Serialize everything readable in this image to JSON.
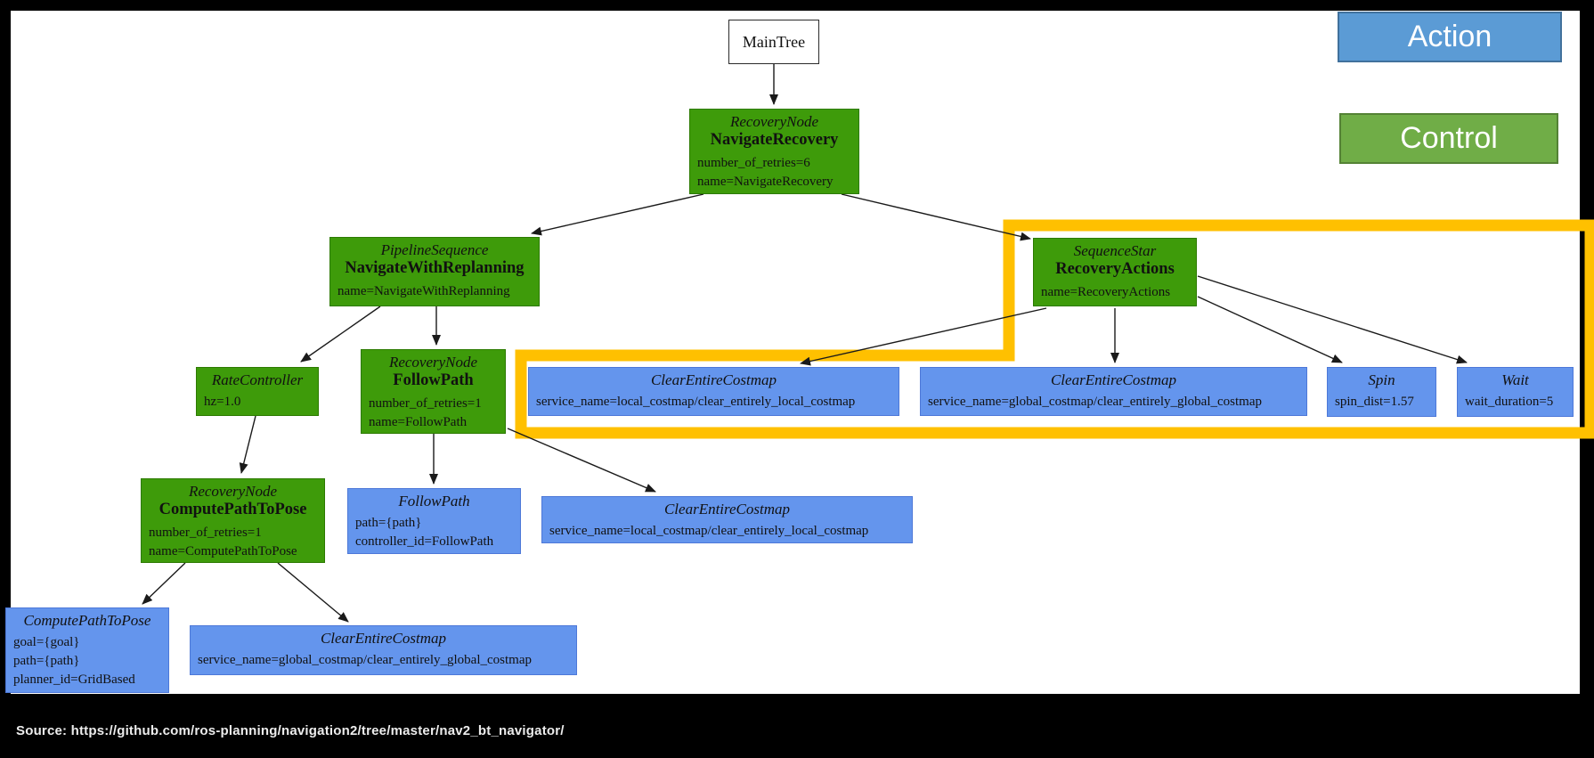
{
  "legend": {
    "action_label": "Action",
    "control_label": "Control"
  },
  "footer": {
    "source": "Source: https://github.com/ros-planning/navigation2/tree/master/nav2_bt_navigator/"
  },
  "colors": {
    "control_node_fill": "#3E9B0A",
    "action_node_fill": "#6495ED",
    "legend_action_fill": "#5B9BD5",
    "legend_control_fill": "#70AD47",
    "highlight_outline": "#FFC000"
  },
  "nodes": {
    "main_tree": {
      "title": "MainTree"
    },
    "navigate_recovery": {
      "type": "RecoveryNode",
      "name": "NavigateRecovery",
      "params": [
        "number_of_retries=6",
        "name=NavigateRecovery"
      ]
    },
    "navigate_with_replanning": {
      "type": "PipelineSequence",
      "name": "NavigateWithReplanning",
      "params": [
        "name=NavigateWithReplanning"
      ]
    },
    "recovery_actions": {
      "type": "SequenceStar",
      "name": "RecoveryActions",
      "params": [
        "name=RecoveryActions"
      ]
    },
    "rate_controller": {
      "type": "RateController",
      "params": [
        "hz=1.0"
      ]
    },
    "follow_path_recovery": {
      "type": "RecoveryNode",
      "name": "FollowPath",
      "params": [
        "number_of_retries=1",
        "name=FollowPath"
      ]
    },
    "clear_local_costmap_recovery": {
      "type": "ClearEntireCostmap",
      "params": [
        "service_name=local_costmap/clear_entirely_local_costmap"
      ]
    },
    "clear_global_costmap_recovery": {
      "type": "ClearEntireCostmap",
      "params": [
        "service_name=global_costmap/clear_entirely_global_costmap"
      ]
    },
    "spin": {
      "type": "Spin",
      "params": [
        "spin_dist=1.57"
      ]
    },
    "wait": {
      "type": "Wait",
      "params": [
        "wait_duration=5"
      ]
    },
    "compute_path_recovery": {
      "type": "RecoveryNode",
      "name": "ComputePathToPose",
      "params": [
        "number_of_retries=1",
        "name=ComputePathToPose"
      ]
    },
    "follow_path_action": {
      "type": "FollowPath",
      "params": [
        "path={path}",
        "controller_id=FollowPath"
      ]
    },
    "clear_local_costmap_action": {
      "type": "ClearEntireCostmap",
      "params": [
        "service_name=local_costmap/clear_entirely_local_costmap"
      ]
    },
    "compute_path_action": {
      "type": "ComputePathToPose",
      "params": [
        "goal={goal}",
        "path={path}",
        "planner_id=GridBased"
      ]
    },
    "clear_global_costmap_action": {
      "type": "ClearEntireCostmap",
      "params": [
        "service_name=global_costmap/clear_entirely_global_costmap"
      ]
    }
  }
}
